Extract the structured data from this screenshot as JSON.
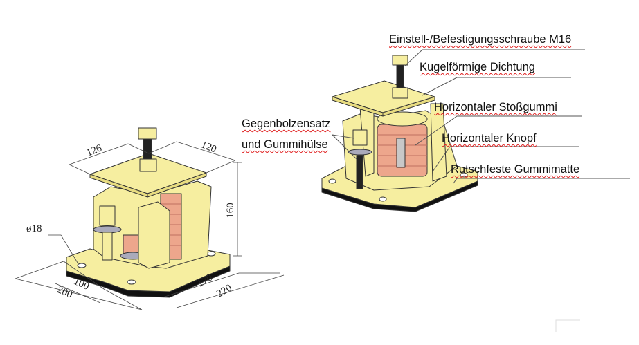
{
  "labels": {
    "bolt": "Einstell-/Befestigungsschraube M16",
    "seal": "Kugelförmige Dichtung",
    "bumper": "Horizontaler Stoßgummi",
    "counter_bolt_1": "Gegenbolzensatz",
    "counter_bolt_2": "und Gummihülse",
    "knob": "Horizontaler Knopf",
    "mat": "Rutschfeste Gummimatte"
  },
  "dimensions": {
    "top_depth": "126",
    "top_width": "120",
    "height": "160",
    "hole": "ø18",
    "hole_spacing_a": "100",
    "base_a": "200",
    "hole_spacing_b": "170",
    "base_b": "220"
  },
  "colors": {
    "body": "#f6eea0",
    "spring": "#eda68c",
    "outline": "#333333",
    "underline": "#e02020"
  }
}
